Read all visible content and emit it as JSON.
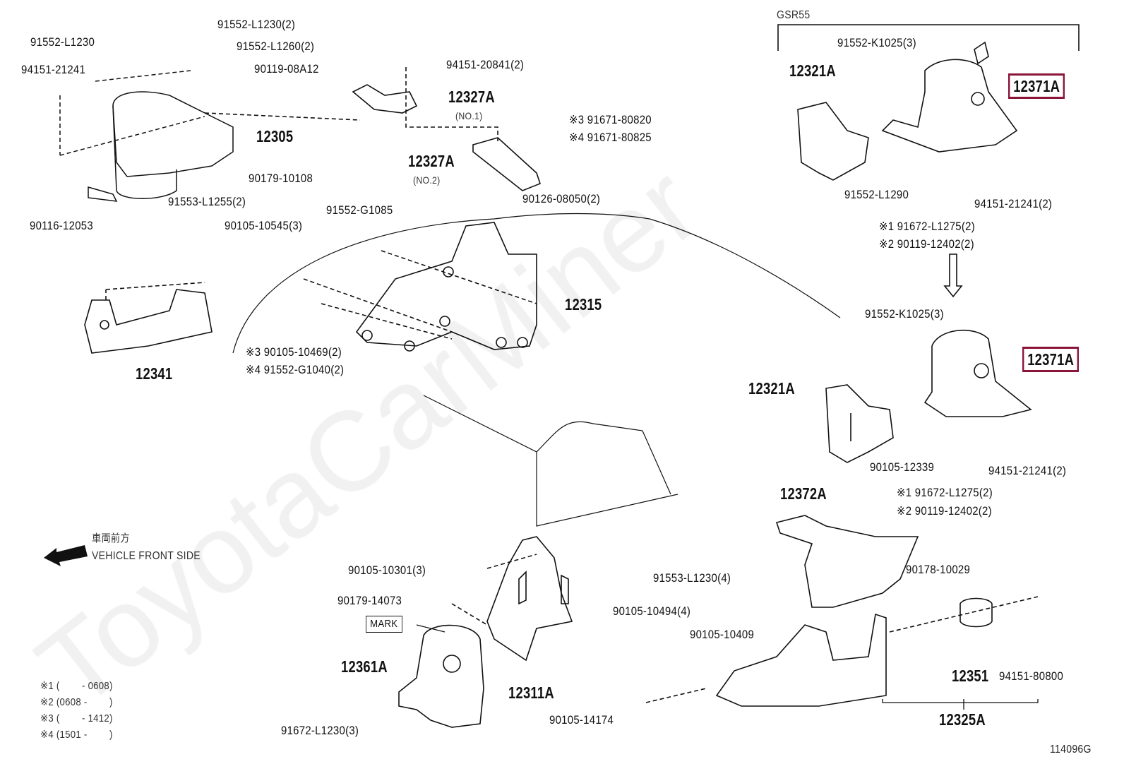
{
  "watermark": "ToyotaCarMiner",
  "diagram_id": "114096G",
  "variant_label": "GSR55",
  "direction": {
    "jp": "車両前方",
    "en": "VEHICLE FRONT SIDE"
  },
  "mark_label": "MARK",
  "highlight_color": "#8b1538",
  "notes": [
    {
      "key": "※1",
      "range": "(        - 0608)"
    },
    {
      "key": "※2",
      "range": "(0608 -        )"
    },
    {
      "key": "※3",
      "range": "(        - 1412)"
    },
    {
      "key": "※4",
      "range": "(1501 -        )"
    }
  ],
  "parts": {
    "p1": "91552-L1230",
    "p2": "91552-L1230(2)",
    "p3": "91552-L1260(2)",
    "p4": "94151-21241",
    "p5": "90119-08A12",
    "p6": "94151-20841(2)",
    "p7": "12327A",
    "p7n": "(NO.1)",
    "p8": "12305",
    "p9": "12327A",
    "p9n": "(NO.2)",
    "p10a": "※3 91671-80820",
    "p10b": "※4 91671-80825",
    "p11": "90179-10108",
    "p12": "91553-L1255(2)",
    "p13": "90126-08050(2)",
    "p14": "90116-12053",
    "p15": "90105-10545(3)",
    "p16": "91552-G1085",
    "p17": "12315",
    "p18": "12341",
    "p19a": "※3 90105-10469(2)",
    "p19b": "※4 91552-G1040(2)",
    "p20": "91552-K1025(3)",
    "p21": "12321A",
    "p22": "12371A",
    "p23": "91552-L1290",
    "p24": "94151-21241(2)",
    "p25a": "※1 91672-L1275(2)",
    "p25b": "※2 90119-12402(2)",
    "p26": "91552-K1025(3)",
    "p27": "12371A",
    "p28": "12321A",
    "p29": "90105-12339",
    "p30": "94151-21241(2)",
    "p31a": "※1 91672-L1275(2)",
    "p31b": "※2 90119-12402(2)",
    "p32": "12372A",
    "p33": "90178-10029",
    "p34": "91553-L1230(4)",
    "p35": "90105-10494(4)",
    "p36": "90105-10409",
    "p37": "12351",
    "p38": "94151-80800",
    "p39": "12325A",
    "p40": "90105-10301(3)",
    "p41": "90179-14073",
    "p42": "12361A",
    "p43": "12311A",
    "p44": "90105-14174",
    "p45": "91672-L1230(3)"
  }
}
